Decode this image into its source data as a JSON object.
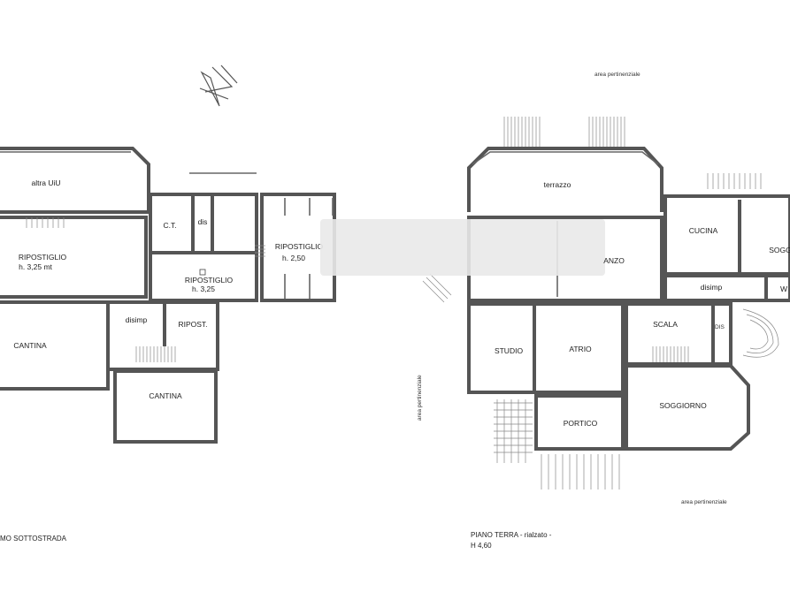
{
  "basement": {
    "rooms": {
      "altra_uiu": "altra UiU",
      "ripostiglio_left": "RIPOSTIGLIO",
      "ripostiglio_left_h": "h. 3,25 mt",
      "ct": "C.T.",
      "dis": "dis",
      "ripostiglio_mid": "RIPOSTIGLIO",
      "ripostiglio_mid_h": "h. 3,25",
      "ripostiglio_right": "RIPOSTIGLIO",
      "ripostiglio_right_h": "h. 2,50",
      "cantina_left": "CANTINA",
      "disimp": "disimp",
      "ripost": "RIPOST.",
      "cantina_mid": "CANTINA"
    },
    "caption": "MO SOTTOSTRADA"
  },
  "ground": {
    "rooms": {
      "terrazzo": "terrazzo",
      "cucina": "CUCINA",
      "sogg_right": "SOGG",
      "salotto": "ANZO",
      "disimp": "disimp",
      "wc": "W",
      "studio": "STUDIO",
      "atrio": "ATRIO",
      "scala": "SCALA",
      "dis": "DIS",
      "soggiorno": "SOGGIORNO",
      "portico": "PORTICO"
    },
    "area_top": "area pertinenziale",
    "area_side": "area pertinenziale",
    "area_bottom": "area pertinenziale",
    "caption_line1": "PIANO TERRA - rialzato -",
    "caption_line2": "H 4,60"
  },
  "north_arrow": "north-arrow-icon"
}
